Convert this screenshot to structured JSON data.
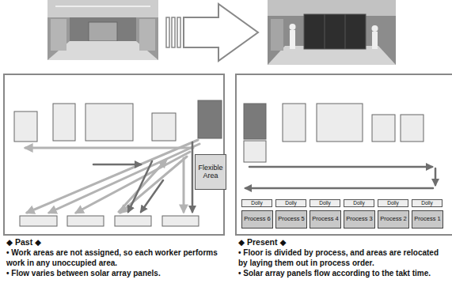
{
  "diagram": {
    "nodes": [
      {
        "text": [
          "Flexible Area"
        ]
      },
      {
        "text": [
          "Dolly"
        ]
      },
      {
        "text": [
          "Dolly"
        ]
      },
      {
        "text": [
          "Dolly"
        ]
      },
      {
        "text": [
          "Dolly"
        ]
      },
      {
        "text": [
          "Dolly"
        ]
      },
      {
        "text": [
          "Dolly"
        ]
      },
      {
        "text": [
          "Process 6"
        ]
      },
      {
        "text": [
          "Process 5"
        ]
      },
      {
        "text": [
          "Process 4"
        ]
      },
      {
        "text": [
          "Process 3"
        ]
      },
      {
        "text": [
          "Process 2"
        ]
      },
      {
        "text": [
          "Process 1"
        ]
      }
    ],
    "labels": [
      "◆ Past ◆",
      "• Work areas are not assigned, so each worker performs work in any unoccupied area.",
      "• Flow varies between solar array panels.",
      "◆ Present ◆",
      "• Floor is divided by process, and areas are relocated by laying them out in process order.",
      "• Solar array panels flow according to the takt time."
    ]
  }
}
